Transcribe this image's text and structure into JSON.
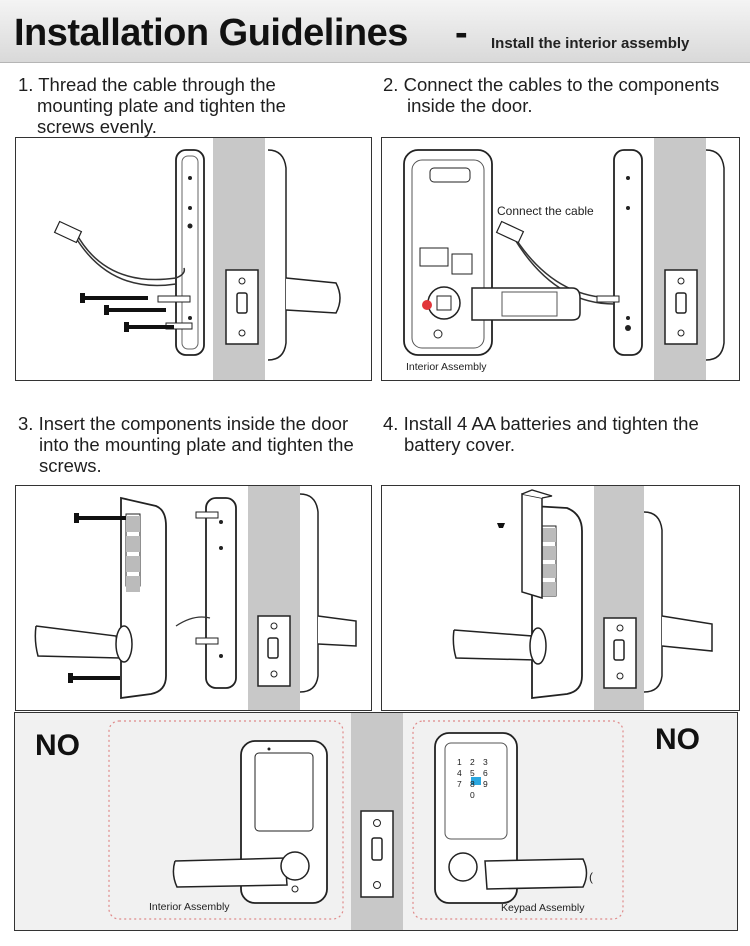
{
  "header": {
    "title": "Installation Guidelines",
    "dash": "-",
    "subtitle": "Install the interior assembly"
  },
  "steps": [
    {
      "number": "1.",
      "lines": [
        "Thread the cable through the",
        "mounting plate and tighten the",
        "screws evenly."
      ]
    },
    {
      "number": "2.",
      "lines": [
        "Connect the cables to the components",
        "inside the door."
      ]
    },
    {
      "number": "3.",
      "lines": [
        "Insert the components inside the door",
        "into the mounting plate and tighten the",
        "screws."
      ]
    },
    {
      "number": "4.",
      "lines": [
        "Install 4 AA batteries and tighten the",
        "battery cover."
      ]
    }
  ],
  "panel2": {
    "callout": "Connect the cable",
    "caption": "Interior Assembly"
  },
  "bottom": {
    "left_no": "NO",
    "right_no": "NO",
    "left_caption": "Interior Assembly",
    "right_caption": "Keypad Assembly",
    "keypad_keys": [
      "1",
      "2",
      "3",
      "4",
      "5",
      "6",
      "7",
      "8",
      "9",
      "0"
    ]
  },
  "colors": {
    "door_gray": "#c8c8c8",
    "accent_red": "#e2353a",
    "accent_blue": "#2aa7e0",
    "dotted_border": "#e08a8a"
  }
}
